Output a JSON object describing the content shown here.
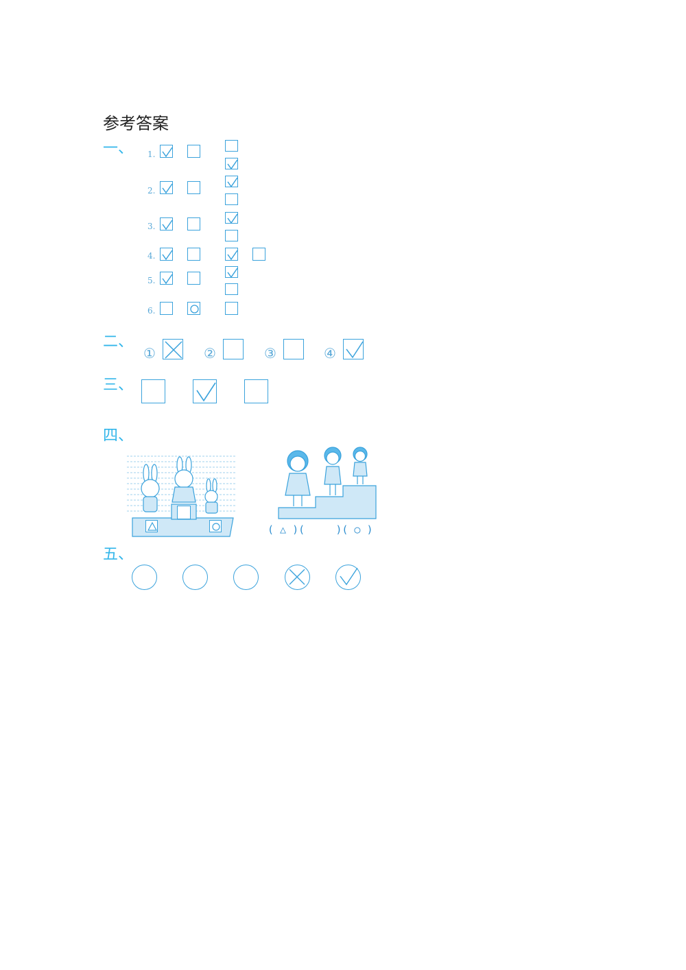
{
  "title": "参考答案",
  "sections": {
    "s1": "一、",
    "s2": "二、",
    "s3": "三、",
    "s4": "四、",
    "s5": "五、"
  },
  "q1": {
    "rows": [
      {
        "label": "1.",
        "a": "check",
        "b": "empty",
        "c_top": "empty",
        "c_bottom": "check"
      },
      {
        "label": "2.",
        "a": "check",
        "b": "empty",
        "c_top": "check",
        "c_bottom": "empty"
      },
      {
        "label": "3.",
        "a": "check",
        "b": "empty",
        "c_top": "check",
        "c_bottom": "empty"
      },
      {
        "label": "4.",
        "a": "check",
        "b": "empty",
        "c_top": "check",
        "d": "empty"
      },
      {
        "label": "5.",
        "a": "check",
        "b": "empty",
        "c_top": "check",
        "c_bottom": "empty"
      },
      {
        "label": "6.",
        "a": "empty",
        "b": "circle",
        "c_top": "empty"
      }
    ]
  },
  "q2": {
    "items": [
      {
        "num": "①",
        "mark": "cross"
      },
      {
        "num": "②",
        "mark": "empty"
      },
      {
        "num": "③",
        "mark": "empty"
      },
      {
        "num": "④",
        "mark": "check"
      }
    ]
  },
  "q3": {
    "marks": [
      "empty",
      "check",
      "empty"
    ]
  },
  "q4": {
    "rabbit_marks": [
      "triangle",
      "empty-square",
      "circle"
    ],
    "girls_answer": "( △ )(     )( ○ )"
  },
  "q5": {
    "marks": [
      "empty",
      "empty",
      "empty",
      "cross",
      "check"
    ]
  },
  "colors": {
    "accent": "#33b6ea",
    "line": "#3aa2dc",
    "fill": "#cfe8f7"
  }
}
